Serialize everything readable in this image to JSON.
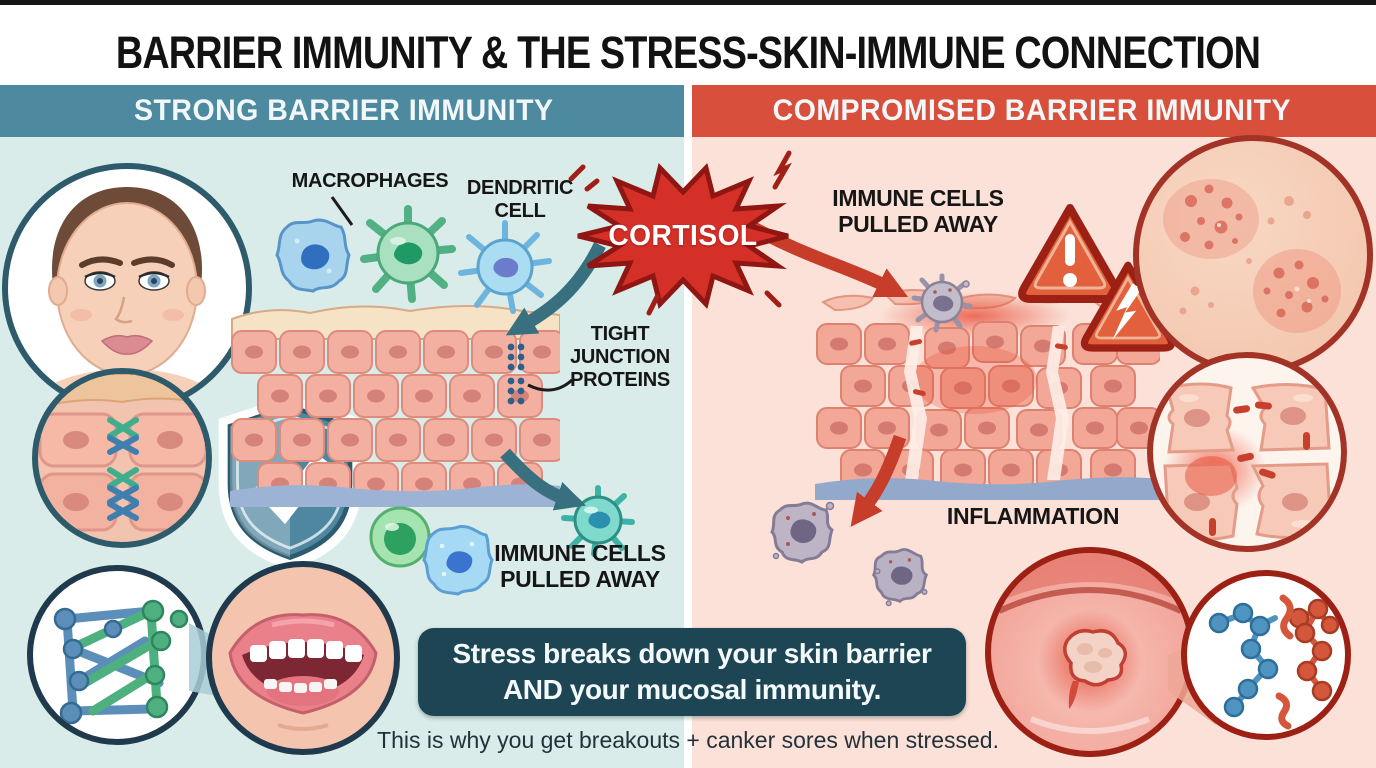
{
  "title": "BARRIER IMMUNITY & THE STRESS-SKIN-IMMUNE CONNECTION",
  "panels": {
    "left": {
      "header": "STRONG BARRIER IMMUNITY",
      "macrophages_label": "MACROPHAGES",
      "dendritic_line1": "DENDRITIC",
      "dendritic_line2": "CELL",
      "tight_junction_line1": "TIGHT",
      "tight_junction_line2": "JUNCTION",
      "tight_junction_line3": "PROTEINS",
      "immune_cells_line1": "IMMUNE CELLS",
      "immune_cells_line2": "PULLED AWAY"
    },
    "right": {
      "header": "COMPROMISED BARRIER IMMUNITY",
      "immune_cells_line1": "IMMUNE CELLS",
      "immune_cells_line2": "PULLED AWAY",
      "inflammation_label": "INFLAMMATION"
    }
  },
  "cortisol_label": "CORTISOL",
  "callout": {
    "line1": "Stress breaks down your skin barrier",
    "line2": "AND your mucosal immunity.",
    "subtext": "This is why you get breakouts + canker sores when stressed."
  },
  "colors": {
    "left_header_bg": "#4d8aa0",
    "right_header_bg": "#d8503c",
    "left_panel_bg": "#d9ece9",
    "right_panel_bg": "#fbe1d7",
    "cortisol_red": "#d43028",
    "callout_bg": "#1d4553",
    "title_color": "#121212"
  }
}
